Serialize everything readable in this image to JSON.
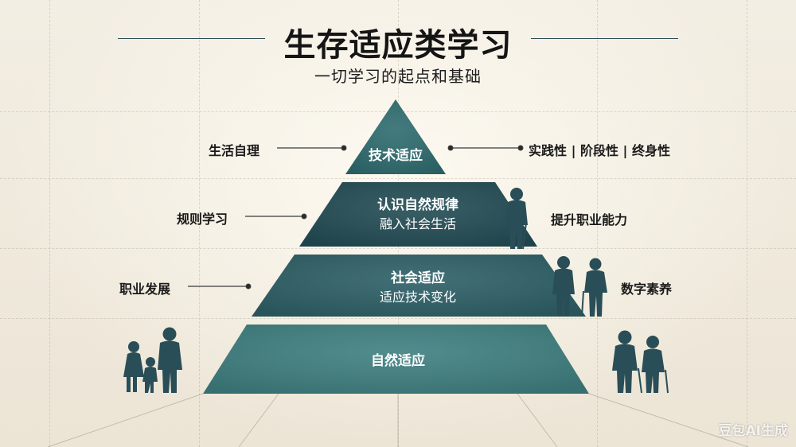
{
  "title": "生存适应类学习",
  "subtitle": "一切学习的起点和基础",
  "pyramid": {
    "tiers": [
      {
        "title": "技术适应",
        "sub": ""
      },
      {
        "title": "认识自然规律",
        "sub": "融入社会生活"
      },
      {
        "title": "社会适应",
        "sub": "适应技术变化"
      },
      {
        "title": "自然适应",
        "sub": ""
      }
    ],
    "colors": [
      "#2f6c6f",
      "#234c55",
      "#2d5f66",
      "#3f7f80"
    ]
  },
  "left_labels": [
    "生活自理",
    "规则学习",
    "职业发展"
  ],
  "right_labels": [
    "实践性 | 阶段性 | 终身性",
    "提升职业能力",
    "数字素养"
  ],
  "watermark": "豆包AI生成",
  "icons": [
    "elderly-man-with-cane-icon",
    "elderly-couple-icon",
    "family-with-children-icon",
    "elderly-couple-with-canes-icon"
  ]
}
